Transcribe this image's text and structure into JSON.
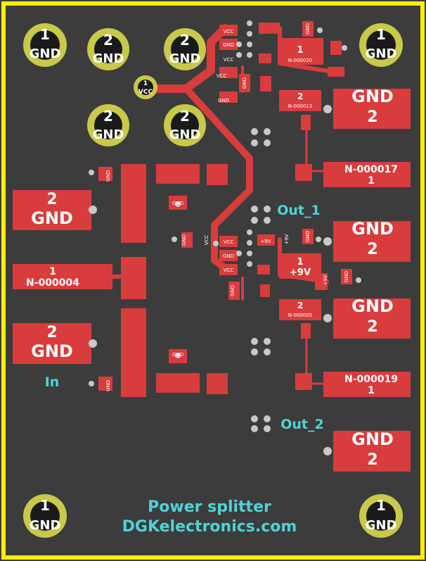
{
  "colors": {
    "board": "#3c3c3c",
    "outline": "#ffee00",
    "copper": "#d83c3c",
    "ring": "#c8c84a",
    "hole": "#1a1a1a",
    "via": "#c8c8c8",
    "silkscreen": "#4fd3d6"
  },
  "mount_holes": [
    {
      "num": "1",
      "net": "GND"
    },
    {
      "num": "1",
      "net": "GND"
    },
    {
      "num": "1",
      "net": "GND"
    },
    {
      "num": "1",
      "net": "GND"
    }
  ],
  "power_pads": [
    {
      "num": "2",
      "net": "GND"
    },
    {
      "num": "2",
      "net": "GND"
    },
    {
      "num": "2",
      "net": "GND"
    },
    {
      "num": "2",
      "net": "GND"
    },
    {
      "num": "1",
      "net": "VCC"
    }
  ],
  "connectors_left": [
    {
      "num": "2",
      "net": "GND"
    },
    {
      "num": "1",
      "net": "N-000004"
    },
    {
      "num": "2",
      "net": "GND"
    }
  ],
  "connectors_right": [
    {
      "num": "2",
      "net": "GND"
    },
    {
      "num": "1",
      "net": "N-000017"
    },
    {
      "num": "2",
      "net": "GND"
    },
    {
      "num": "2",
      "net": "GND"
    },
    {
      "num": "1",
      "net": "N-000019"
    },
    {
      "num": "2",
      "net": "GND"
    }
  ],
  "regulators": [
    {
      "num": "1",
      "net": "N-000020"
    },
    {
      "num": "1",
      "net": "+9V"
    }
  ],
  "inductors": [
    {
      "num": "2",
      "net": "N-000013"
    },
    {
      "num": "2",
      "net": "N-000005"
    }
  ],
  "small_labels": {
    "vcc": "VCC",
    "gnd": "GND",
    "p9v": "+9V"
  },
  "silkscreen": {
    "in": "In",
    "out1": "Out_1",
    "out2": "Out_2",
    "title": "Power splitter",
    "company": "DGKelectronics.com"
  }
}
